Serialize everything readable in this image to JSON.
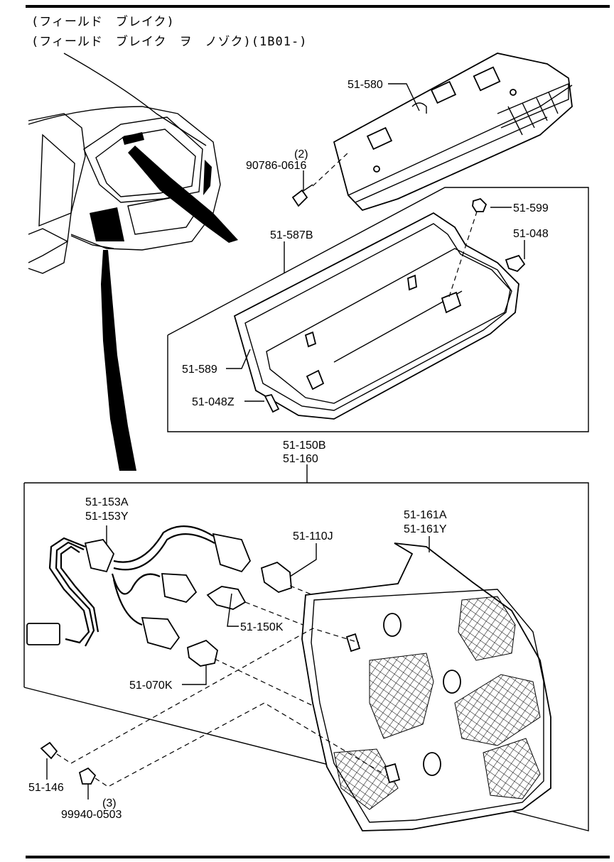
{
  "header": {
    "line1": "(フィールド　ブレイク)",
    "line2": "(フィールド　ブレイク　ヲ　ノゾク)(1B01-)"
  },
  "parts": {
    "p51_580": "51-580",
    "qty_90786": "(2)",
    "p90786_0616": "90786-0616",
    "p51_599": "51-599",
    "p51_587B": "51-587B",
    "p51_048": "51-048",
    "p51_589": "51-589",
    "p51_048Z": "51-048Z",
    "p51_150B": "51-150B",
    "p51_160": "51-160",
    "p51_153A": "51-153A",
    "p51_153Y": "51-153Y",
    "p51_110J": "51-110J",
    "p51_161A": "51-161A",
    "p51_161Y": "51-161Y",
    "p51_150K": "51-150K",
    "p51_070K": "51-070K",
    "p51_146": "51-146",
    "qty_99940": "(3)",
    "p99940_0503": "99940-0503"
  }
}
